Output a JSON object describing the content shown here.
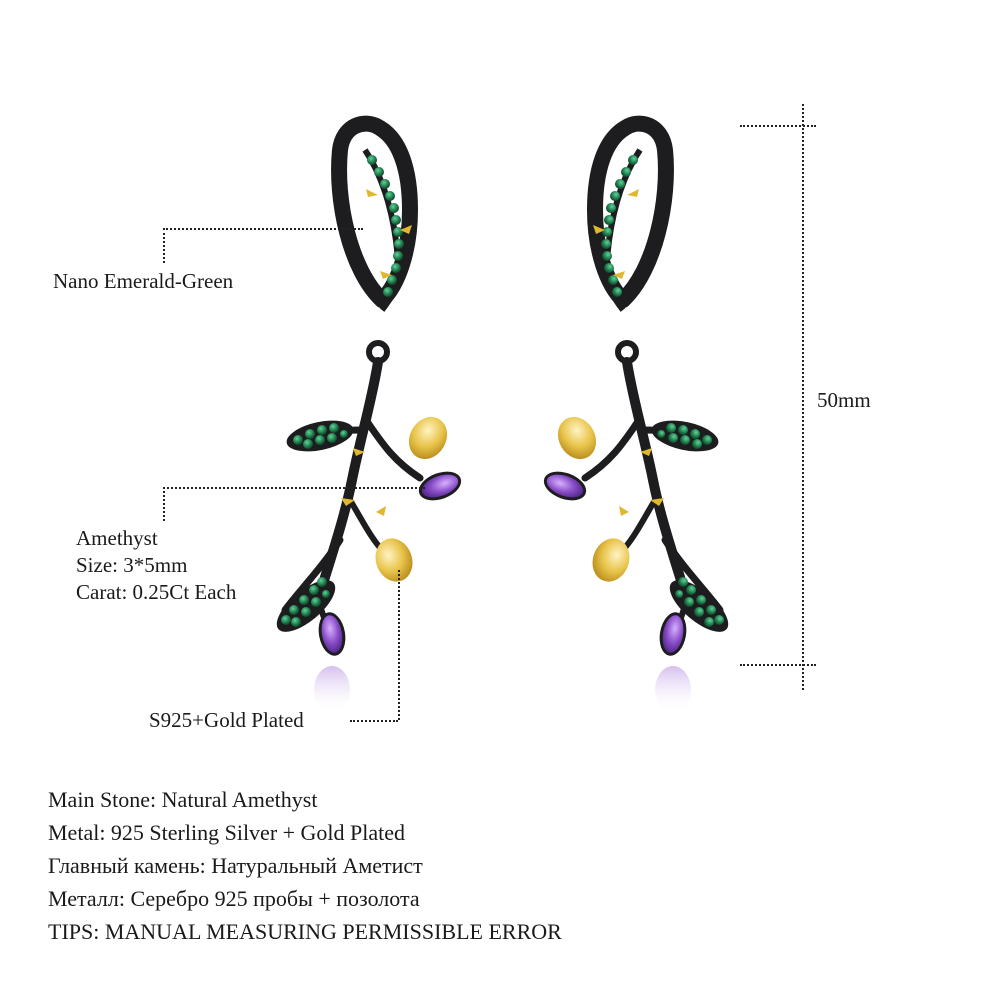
{
  "callouts": {
    "emerald": "Nano Emerald-Green",
    "amethyst_title": "Amethyst",
    "amethyst_size": "Size: 3*5mm",
    "amethyst_carat": "Carat: 0.25Ct Each",
    "plating": "S925+Gold Plated",
    "length": "50mm"
  },
  "specs": [
    "Main Stone: Natural Amethyst",
    "Metal: 925 Sterling Silver + Gold Plated",
    "Главный камень: Натуральный Аметист",
    "Металл: Серебро 925 пробы + позолота",
    "TIPS: MANUAL MEASURING PERMISSIBLE ERROR"
  ],
  "colors": {
    "metal": "#1d1d1f",
    "gold": "#e0b830",
    "emerald": "#1f7a4a",
    "amethyst": "#8a4ec8"
  }
}
